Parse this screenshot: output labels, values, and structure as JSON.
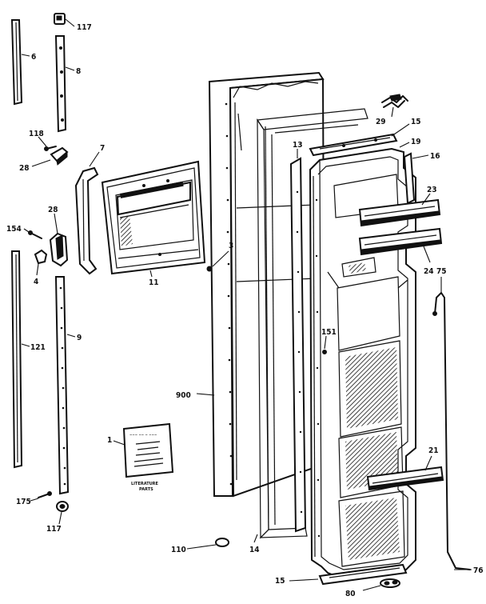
{
  "callouts": [
    {
      "id": "c117top",
      "text": "117"
    },
    {
      "id": "c6",
      "text": "6"
    },
    {
      "id": "c8",
      "text": "8"
    },
    {
      "id": "c118",
      "text": "118"
    },
    {
      "id": "c28a",
      "text": "28"
    },
    {
      "id": "c7",
      "text": "7"
    },
    {
      "id": "c28b",
      "text": "28"
    },
    {
      "id": "c154",
      "text": "154"
    },
    {
      "id": "c4",
      "text": "4"
    },
    {
      "id": "c121",
      "text": "121"
    },
    {
      "id": "c9",
      "text": "9"
    },
    {
      "id": "c175",
      "text": "175"
    },
    {
      "id": "c117bot",
      "text": "117"
    },
    {
      "id": "c1",
      "text": "1"
    },
    {
      "id": "c11",
      "text": "11"
    },
    {
      "id": "c3",
      "text": "3"
    },
    {
      "id": "c900",
      "text": "900"
    },
    {
      "id": "c110",
      "text": "110"
    },
    {
      "id": "c14",
      "text": "14"
    },
    {
      "id": "c13",
      "text": "13"
    },
    {
      "id": "c29",
      "text": "29"
    },
    {
      "id": "c15top",
      "text": "15"
    },
    {
      "id": "c19",
      "text": "19"
    },
    {
      "id": "c16",
      "text": "16"
    },
    {
      "id": "c23",
      "text": "23"
    },
    {
      "id": "c24",
      "text": "24"
    },
    {
      "id": "c75",
      "text": "75"
    },
    {
      "id": "c151",
      "text": "151"
    },
    {
      "id": "c21",
      "text": "21"
    },
    {
      "id": "c15bot",
      "text": "15"
    },
    {
      "id": "c80",
      "text": "80"
    },
    {
      "id": "c76",
      "text": "76"
    }
  ],
  "literature": {
    "caption_line1": "LITERATURE",
    "caption_line2": "PARTS"
  }
}
